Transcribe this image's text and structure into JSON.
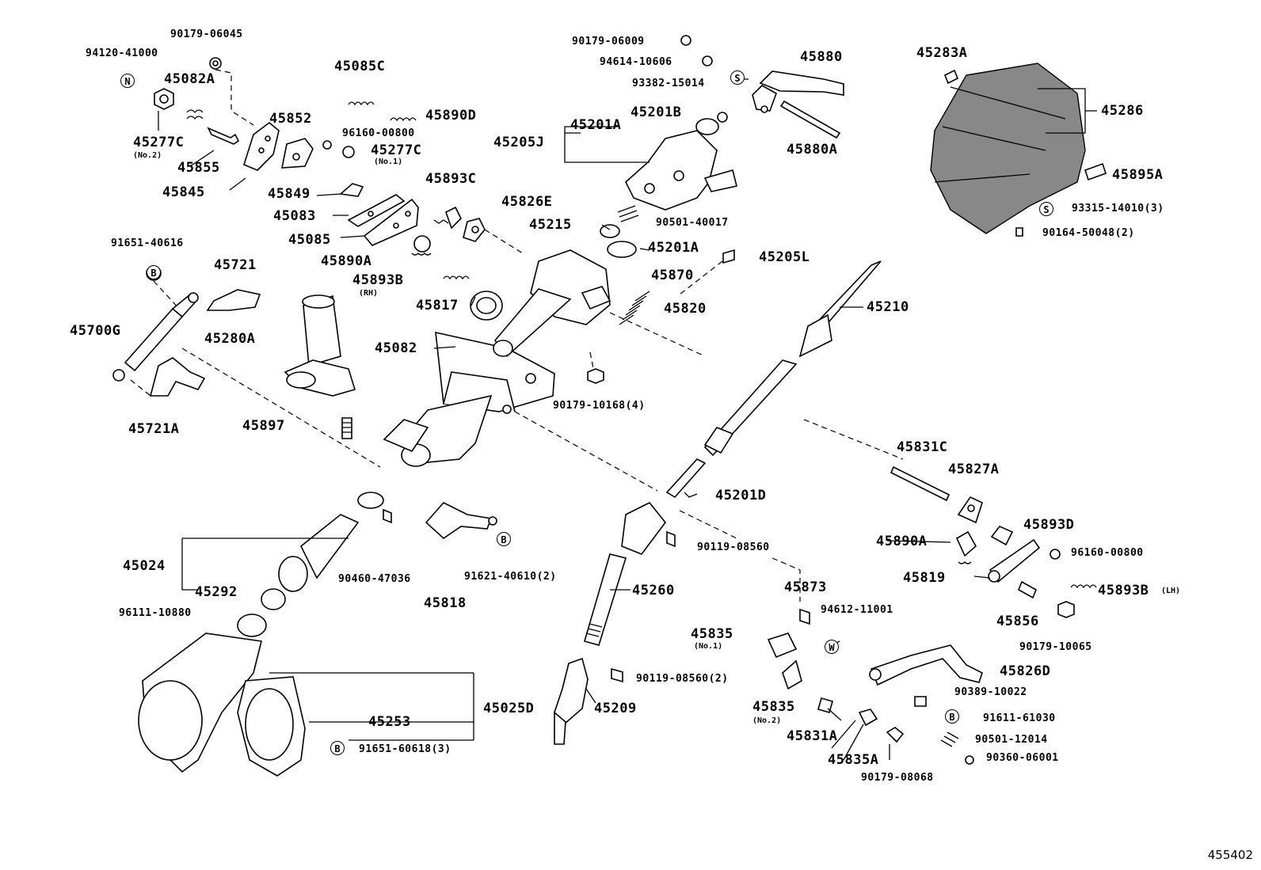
{
  "figure_number": "455402",
  "symbols": {
    "N": "N",
    "B": "B",
    "S": "S",
    "W": "W"
  },
  "labels": {
    "p94120_41000": "94120-41000",
    "p90179_06045": "90179-06045",
    "p45082A": "45082A",
    "p45277C_no2": "45277C",
    "note_no2": "(No.2)",
    "p45855": "45855",
    "p45845": "45845",
    "p45852": "45852",
    "p45085C": "45085C",
    "p45890D": "45890D",
    "p96160_00800_a": "96160-00800",
    "p45277C_no1": "45277C",
    "note_no1": "(No.1)",
    "p45849": "45849",
    "p45083": "45083",
    "p45085": "45085",
    "p45893C": "45893C",
    "p45826E": "45826E",
    "p45890A_a": "45890A",
    "p45893B_rh": "45893B",
    "note_rh": "(RH)",
    "p91651_40616": "91651-40616",
    "p45721": "45721",
    "p45700G": "45700G",
    "p45280A": "45280A",
    "p45721A": "45721A",
    "p45897": "45897",
    "p45817": "45817",
    "p45082": "45082",
    "p90179_06009": "90179-06009",
    "p94614_10606": "94614-10606",
    "p93382_15014": "93382-15014",
    "p45880": "45880",
    "p45201B": "45201B",
    "p45201A_a": "45201A",
    "p45205J": "45205J",
    "p45880A": "45880A",
    "p45215": "45215",
    "p90501_40017": "90501-40017",
    "p45201A_b": "45201A",
    "p45205L": "45205L",
    "p45870": "45870",
    "p45820": "45820",
    "p90179_10168": "90179-10168(4)",
    "p45283A": "45283A",
    "p45286": "45286",
    "p45895A": "45895A",
    "p93315_14010": "93315-14010(3)",
    "p90164_50048": "90164-50048(2)",
    "p45210": "45210",
    "p45201D": "45201D",
    "p45831C": "45831C",
    "p45827A": "45827A",
    "p45893D": "45893D",
    "p45890A_b": "45890A",
    "p96160_00800_b": "96160-00800",
    "p45819": "45819",
    "p45893B_lh": "45893B",
    "note_lh": "(LH)",
    "p45856": "45856",
    "p90179_10065": "90179-10065",
    "p90119_08560_a": "90119-08560",
    "p45873": "45873",
    "p94612_11001": "94612-11001",
    "p45835_no1": "45835",
    "note_no1b": "(No.1)",
    "p45835_no2": "45835",
    "note_no2b": "(No.2)",
    "p45826D": "45826D",
    "p90389_10022": "90389-10022",
    "p91611_61030": "91611-61030",
    "p45831A": "45831A",
    "p90501_12014": "90501-12014",
    "p45835A": "45835A",
    "p90360_06001": "90360-06001",
    "p90179_08068": "90179-08068",
    "p45024": "45024",
    "p45292": "45292",
    "p90460_47036": "90460-47036",
    "p45818": "45818",
    "p91621_40610": "91621-40610(2)",
    "p96111_10880": "96111-10880",
    "p45260": "45260",
    "p90119_08560_b": "90119-08560(2)",
    "p45209": "45209",
    "p45253": "45253",
    "p45025D": "45025D",
    "p91651_60618": "91651-60618(3)"
  }
}
